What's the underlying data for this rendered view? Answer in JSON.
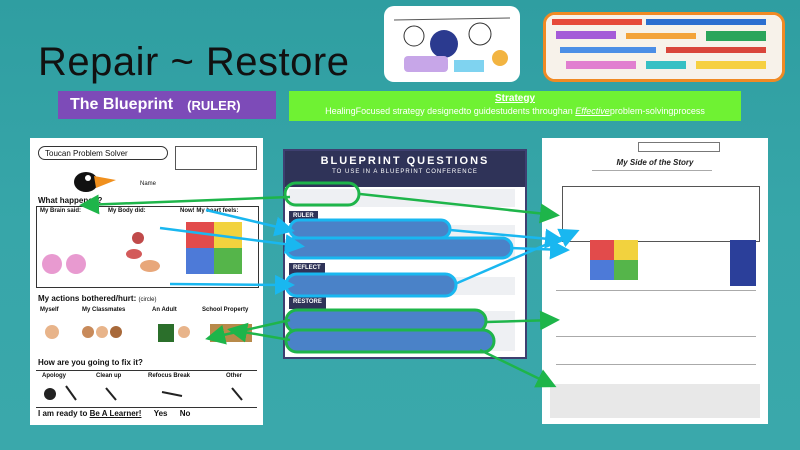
{
  "title": "Repair ~ Restore",
  "badge": {
    "main": "The Blueprint",
    "sub": "(RULER)"
  },
  "strategy": {
    "heading": "Strategy",
    "text_pre": "HealingFocused strategy designedto guidestudents throughan ",
    "text_em": "Effective",
    "text_post": "problem-solvingprocess"
  },
  "left_sheet": {
    "title": "Toucan Problem Solver",
    "name_label": "Name",
    "what_happened": "What happened?",
    "brain_said": "My Brain said:",
    "body_did": "My Body did:",
    "heart_feels": "Now! My heart feels:",
    "actions_bothered": "My actions bothered/hurt:",
    "circle_note": "(circle)",
    "victims": [
      "Myself",
      "My Classmates",
      "An Adult",
      "School Property"
    ],
    "fix_question": "How are you going to fix it?",
    "fix_options": [
      "Apology",
      "Clean up",
      "Refocus Break",
      "Other"
    ],
    "ready_pre": "I am ready to",
    "ready_em": "Be A Learner!",
    "yes": "Yes",
    "no": "No"
  },
  "panel": {
    "heading": "BLUEPRINT QUESTIONS",
    "subheading": "TO USE IN A BLUEPRINT CONFERENCE",
    "sections": [
      "RULER",
      "REFLECT",
      "RESTORE"
    ]
  },
  "right_sheet": {
    "title": "My Side of the Story"
  },
  "colors": {
    "background": "#35a3a6",
    "badge": "#7d4bb8",
    "strategy": "#6ff233",
    "panel_header": "#2f3358",
    "arrow": "#1eb54a",
    "pill_border": "#19b7f0"
  }
}
